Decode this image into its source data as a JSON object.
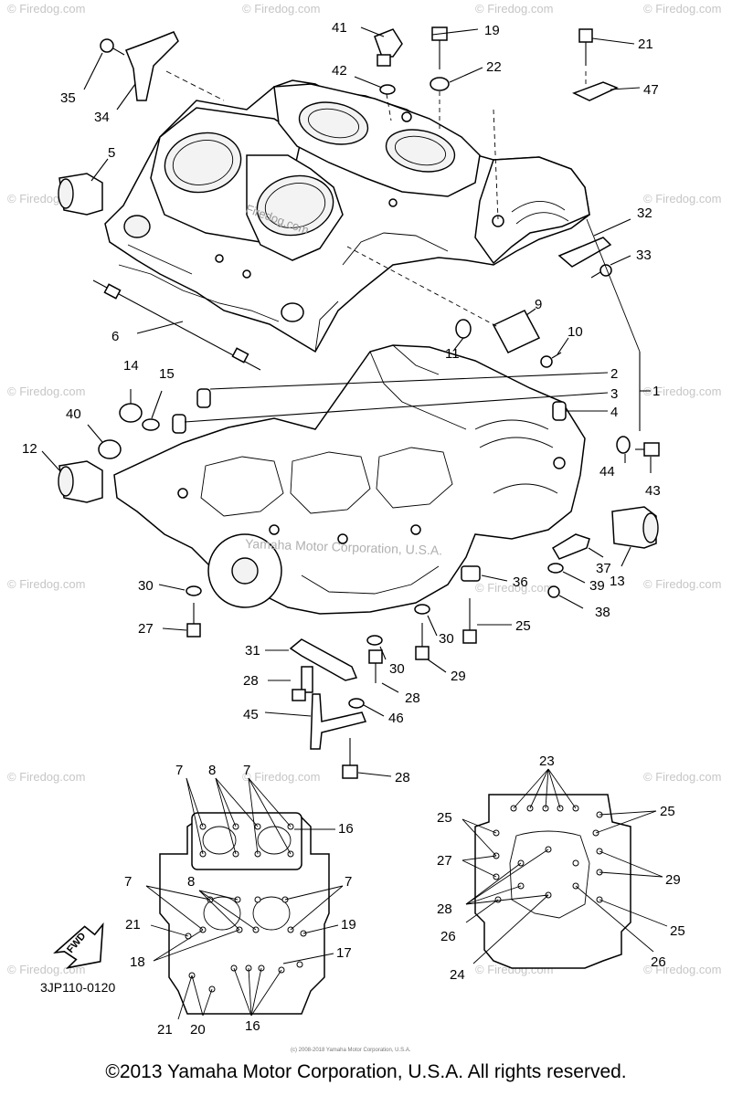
{
  "watermarks": [
    {
      "text": "© Firedog.com"
    },
    {
      "text": "© Firedog.com"
    },
    {
      "text": "© Firedog.com"
    },
    {
      "text": "© Firedog.com"
    },
    {
      "text": "© Firedog.com"
    },
    {
      "text": "© Firedog.com"
    },
    {
      "text": "© Firedog.com"
    },
    {
      "text": "© Firedog.com"
    },
    {
      "text": "© Firedog.com"
    },
    {
      "text": "© Firedog.com"
    },
    {
      "text": "© Firedog.com"
    },
    {
      "text": "© Firedog.com"
    },
    {
      "text": "© Firedog.com"
    },
    {
      "text": "© Firedog.com"
    },
    {
      "text": "© Firedog.com"
    },
    {
      "text": "© Firedog.com"
    },
    {
      "text": "© Firedog.com"
    }
  ],
  "body_watermark": "Firedog.com",
  "center_watermark": "Yamaha Motor Corporation, U.S.A.",
  "callouts": [
    "41",
    "19",
    "21",
    "42",
    "22",
    "47",
    "35",
    "34",
    "5",
    "32",
    "33",
    "9",
    "10",
    "6",
    "11",
    "2",
    "1",
    "3",
    "4",
    "14",
    "15",
    "40",
    "12",
    "44",
    "43",
    "13",
    "37",
    "36",
    "39",
    "38",
    "30",
    "27",
    "25",
    "30",
    "29",
    "31",
    "30",
    "28",
    "28",
    "45",
    "46",
    "28",
    "7",
    "8",
    "7",
    "16",
    "23",
    "25",
    "25",
    "27",
    "29",
    "28",
    "26",
    "25",
    "24",
    "26",
    "7",
    "8",
    "7",
    "21",
    "19",
    "18",
    "17",
    "21",
    "20",
    "16"
  ],
  "fwd_label": "FWD",
  "part_code": "3JP110-0120",
  "fine_print": "(c) 2008-2018 Yamaha Motor Corporation, U.S.A.",
  "copyright": "©2013 Yamaha Motor Corporation, U.S.A. All rights reserved."
}
